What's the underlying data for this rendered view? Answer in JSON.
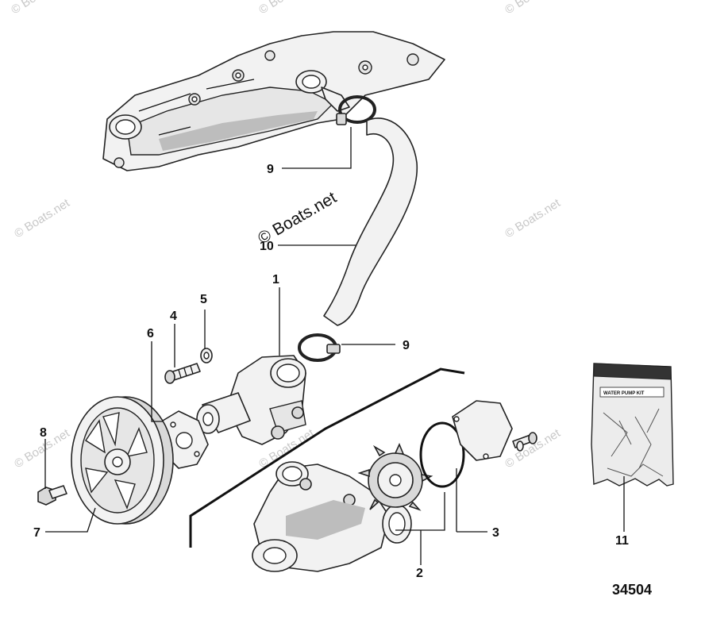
{
  "watermarks": {
    "small": "© Boats.net",
    "main": "© Boats.net"
  },
  "callouts": {
    "c1": "1",
    "c2": "2",
    "c3": "3",
    "c4": "4",
    "c5": "5",
    "c6": "6",
    "c7": "7",
    "c8": "8",
    "c9_top": "9",
    "c9_mid": "9",
    "c10": "10",
    "c11": "11"
  },
  "diagram_number": "34504",
  "kit_bag_label": "WATER PUMP KIT"
}
